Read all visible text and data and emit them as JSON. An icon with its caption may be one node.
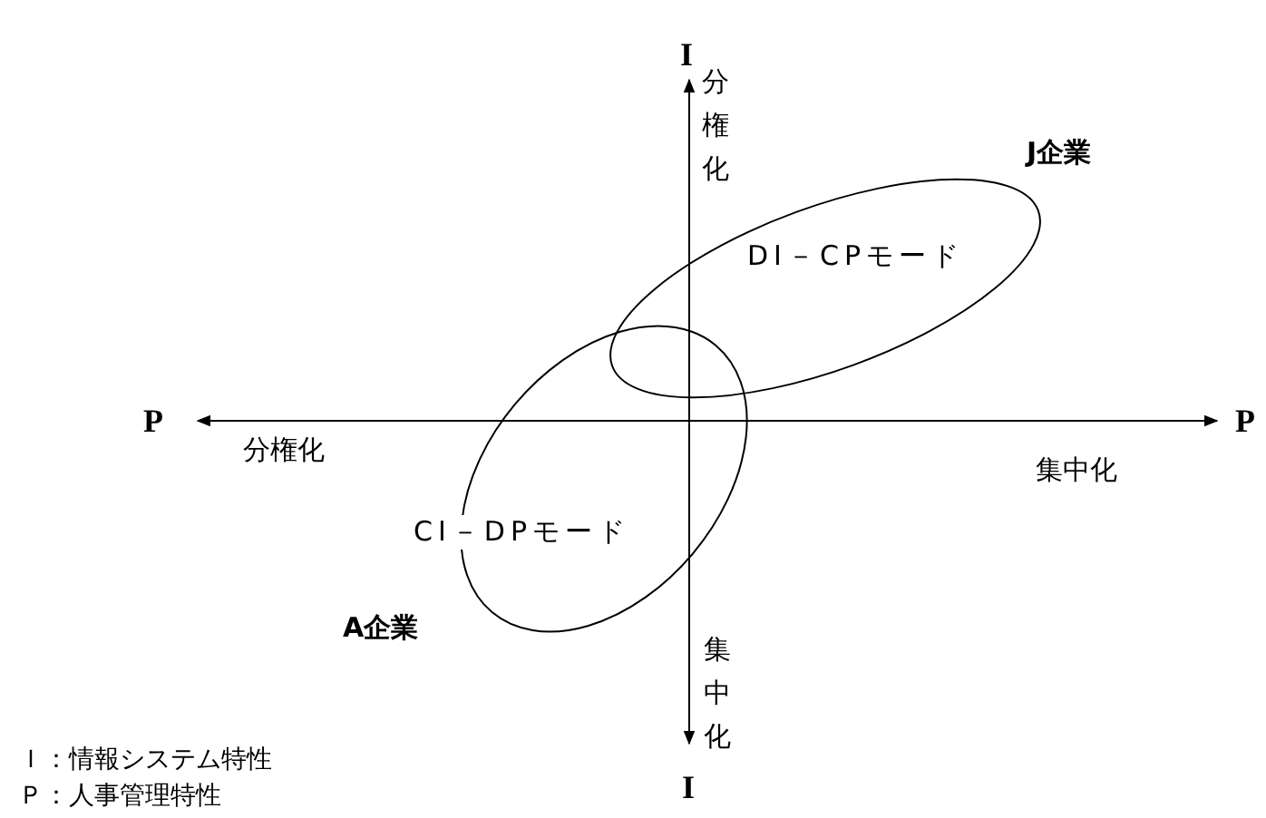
{
  "diagram": {
    "nodes": [
      {
        "text": [
          "DI－CPモード"
        ],
        "beside": [
          "J企業"
        ]
      },
      {
        "text": [
          "CI－DPモード"
        ],
        "beside": [
          "A企業"
        ]
      }
    ],
    "edges": [],
    "labels": [
      "I",
      "分権化",
      "P",
      "分権化",
      "集中化",
      "P",
      "集中化",
      "Ｉ：情報システム特性",
      "Ｐ：人事管理特性",
      "I"
    ]
  }
}
